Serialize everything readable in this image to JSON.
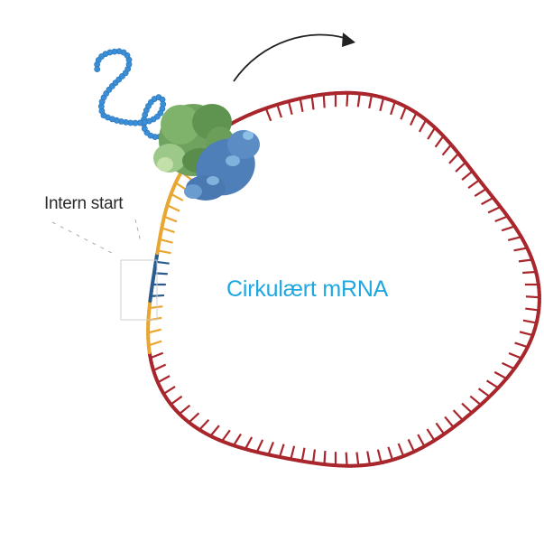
{
  "diagram": {
    "title": "Cirkulært mRNA",
    "labels": {
      "center": "Cirkulært mRNA",
      "ires": "Intern start"
    },
    "components": [
      {
        "id": "circular-mrna",
        "description": "Circular mRNA backbone with nucleotide ticks",
        "color": "#a8262c"
      },
      {
        "id": "ires-region",
        "description": "Internal ribosome entry site segment",
        "color": "#e9a630"
      },
      {
        "id": "start-codon-region",
        "description": "Highlighted start region within IRES",
        "color": "#2a5c8f"
      },
      {
        "id": "ribosome-large-subunit",
        "description": "Large ribosomal subunit",
        "color": "#6fa25e"
      },
      {
        "id": "ribosome-small-subunit",
        "description": "Small ribosomal subunit",
        "color": "#4f7fb8"
      },
      {
        "id": "peptide-chain",
        "description": "Nascent polypeptide chain of beads",
        "color": "#3b8fd6"
      },
      {
        "id": "direction-arrow",
        "description": "Direction of translation",
        "color": "#222222"
      }
    ],
    "colors": {
      "mrna": "#a8262c",
      "ires": "#e9a630",
      "start": "#2a5c8f",
      "label_center": "#1ea7e1",
      "label_ires": "#2b2b2b",
      "arrow": "#222222",
      "peptide": "#3b8fd6",
      "ribosome_large": "#6fa25e",
      "ribosome_small": "#4f7fb8"
    }
  }
}
